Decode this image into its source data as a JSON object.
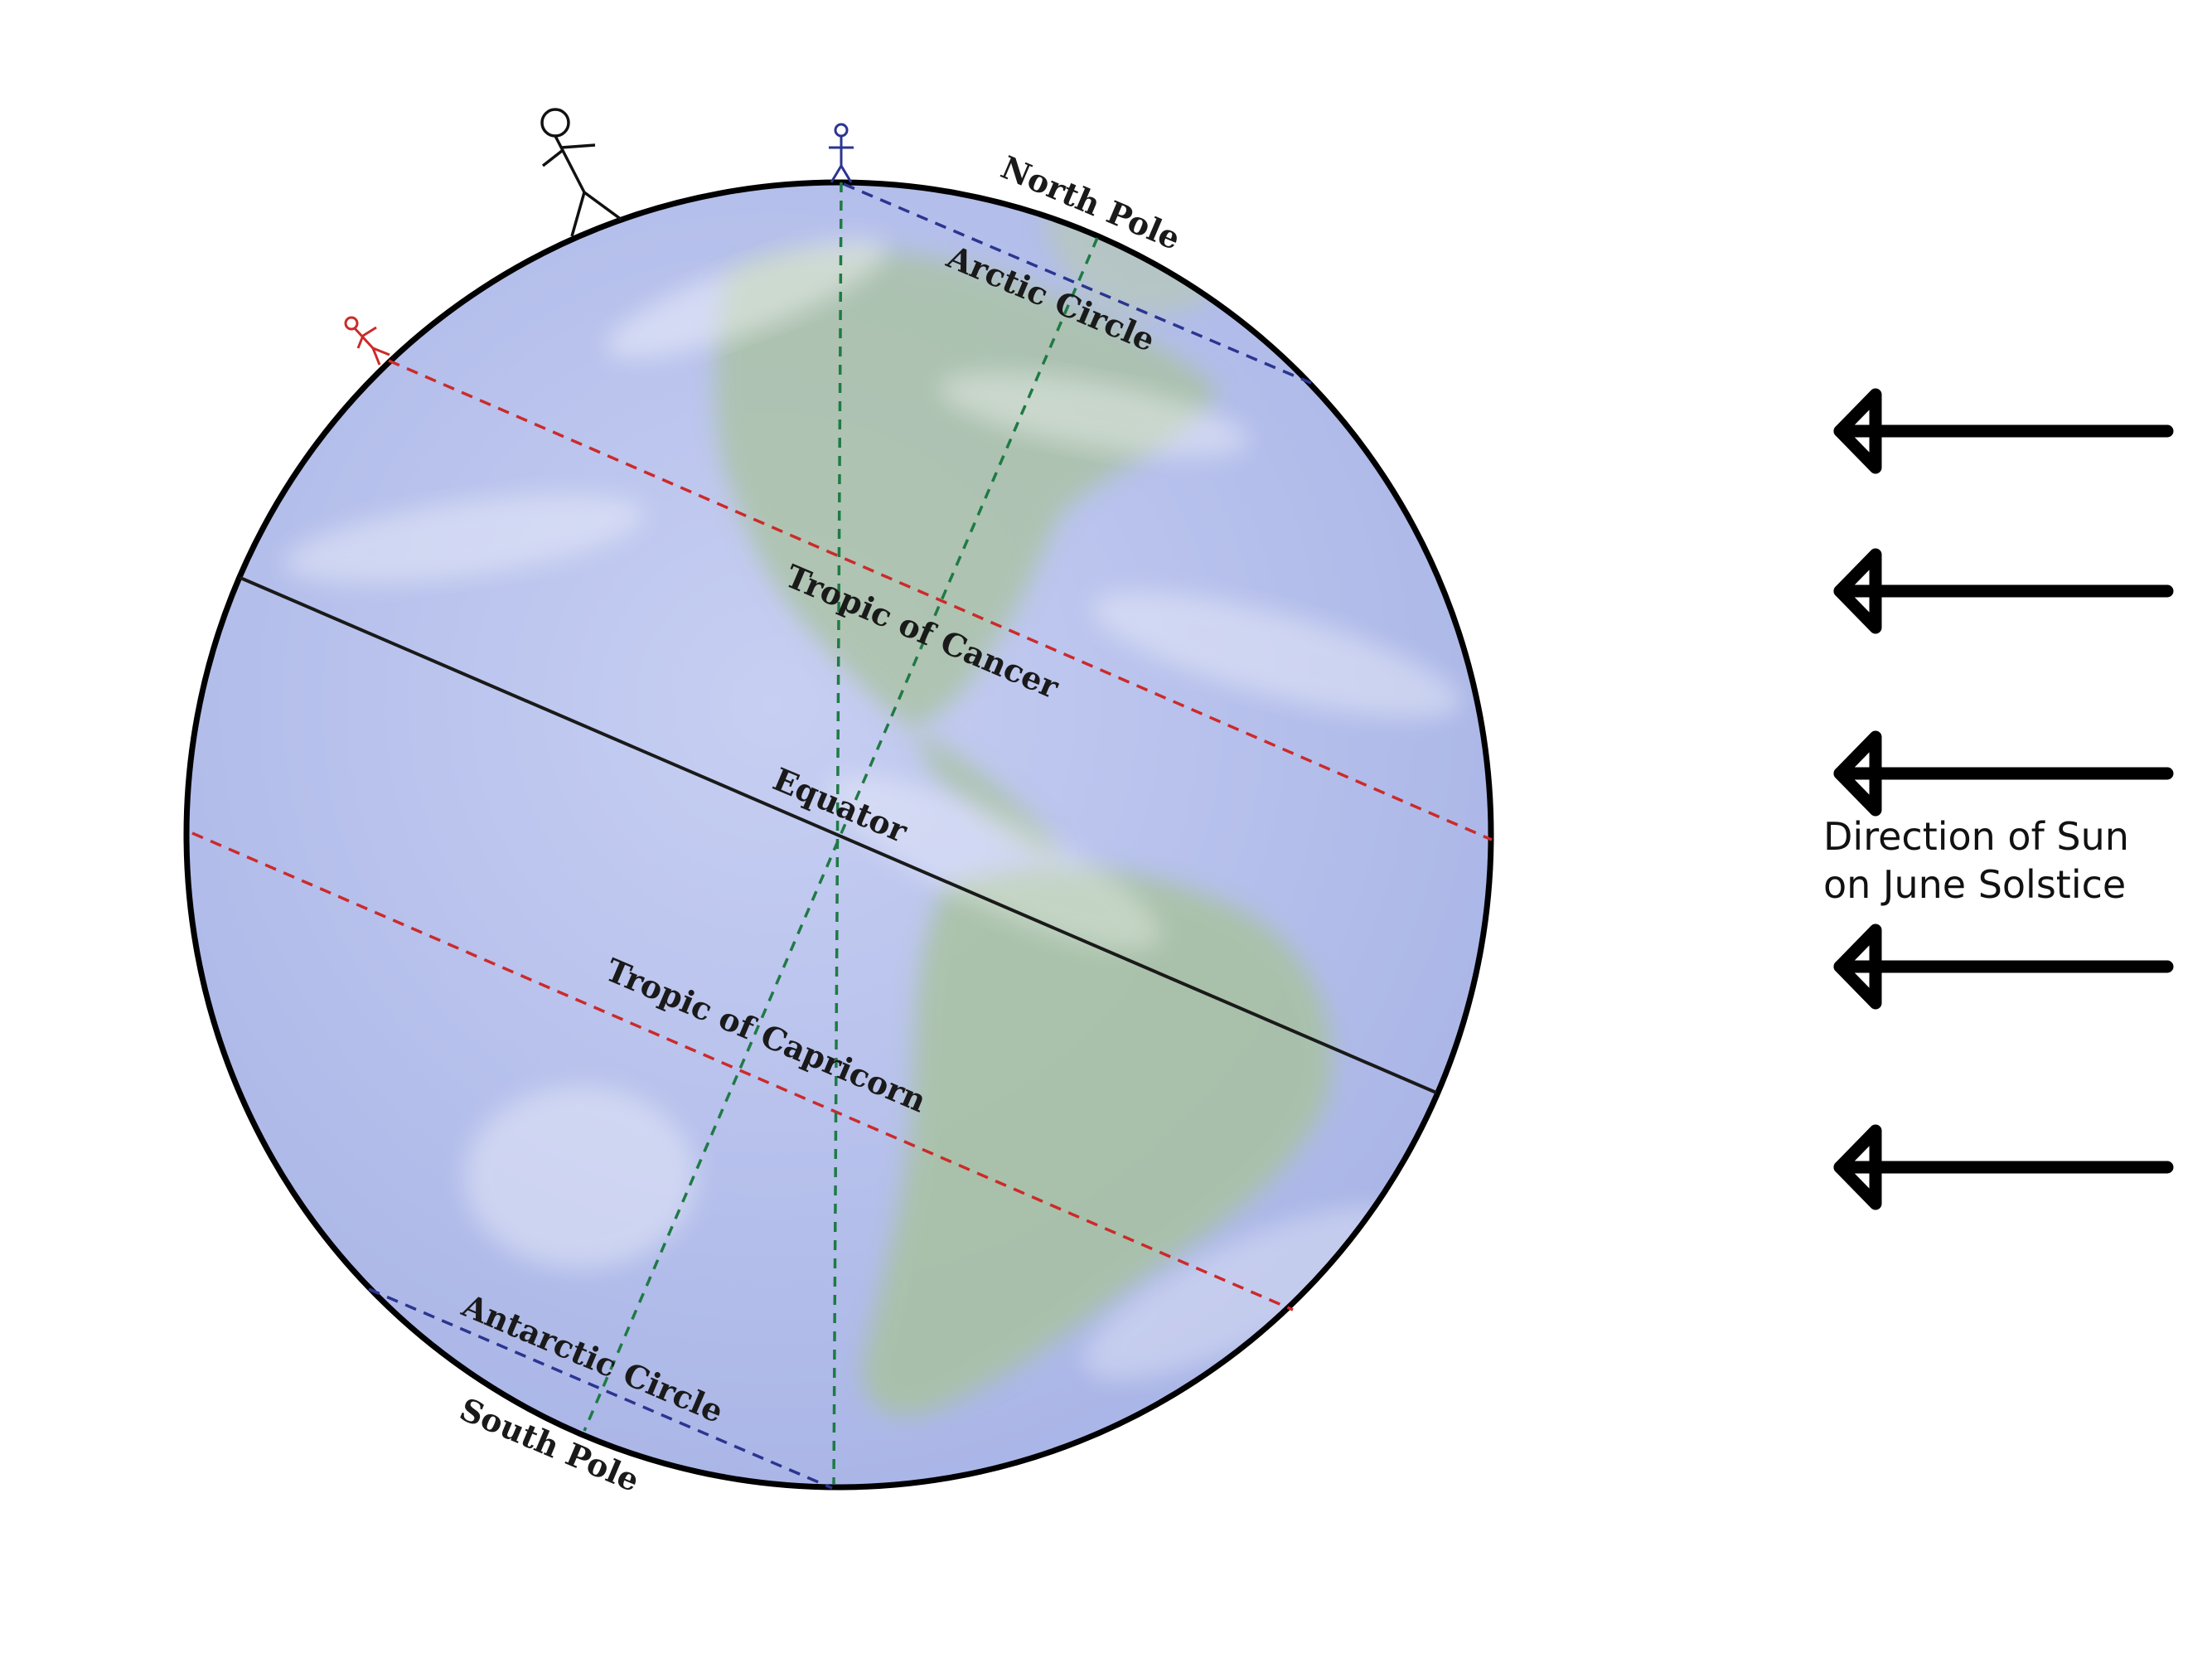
{
  "labels": {
    "north_pole": "North Pole",
    "arctic_circle": "Arctic Circle",
    "tropic_of_cancer": "Tropic of Cancer",
    "equator": "Equator",
    "tropic_of_capricorn": "Tropic of Capricorn",
    "antarctic_circle": "Antarctic Circle",
    "south_pole": "South Pole"
  },
  "sun": {
    "line1": "Direction of Sun",
    "line2": "on June Solstice"
  },
  "colors": {
    "earth_ocean": "#b9c3ec",
    "earth_land": "#a7c2a0",
    "equator_line": "#1a1a1a",
    "tropic_lines": "#cc2a2a",
    "polar_circle_lines": "#2b3590",
    "meridian_lines": "#1f7a45",
    "figure_black": "#111111",
    "figure_blue": "#2b3590",
    "figure_red": "#cc2a2a"
  }
}
